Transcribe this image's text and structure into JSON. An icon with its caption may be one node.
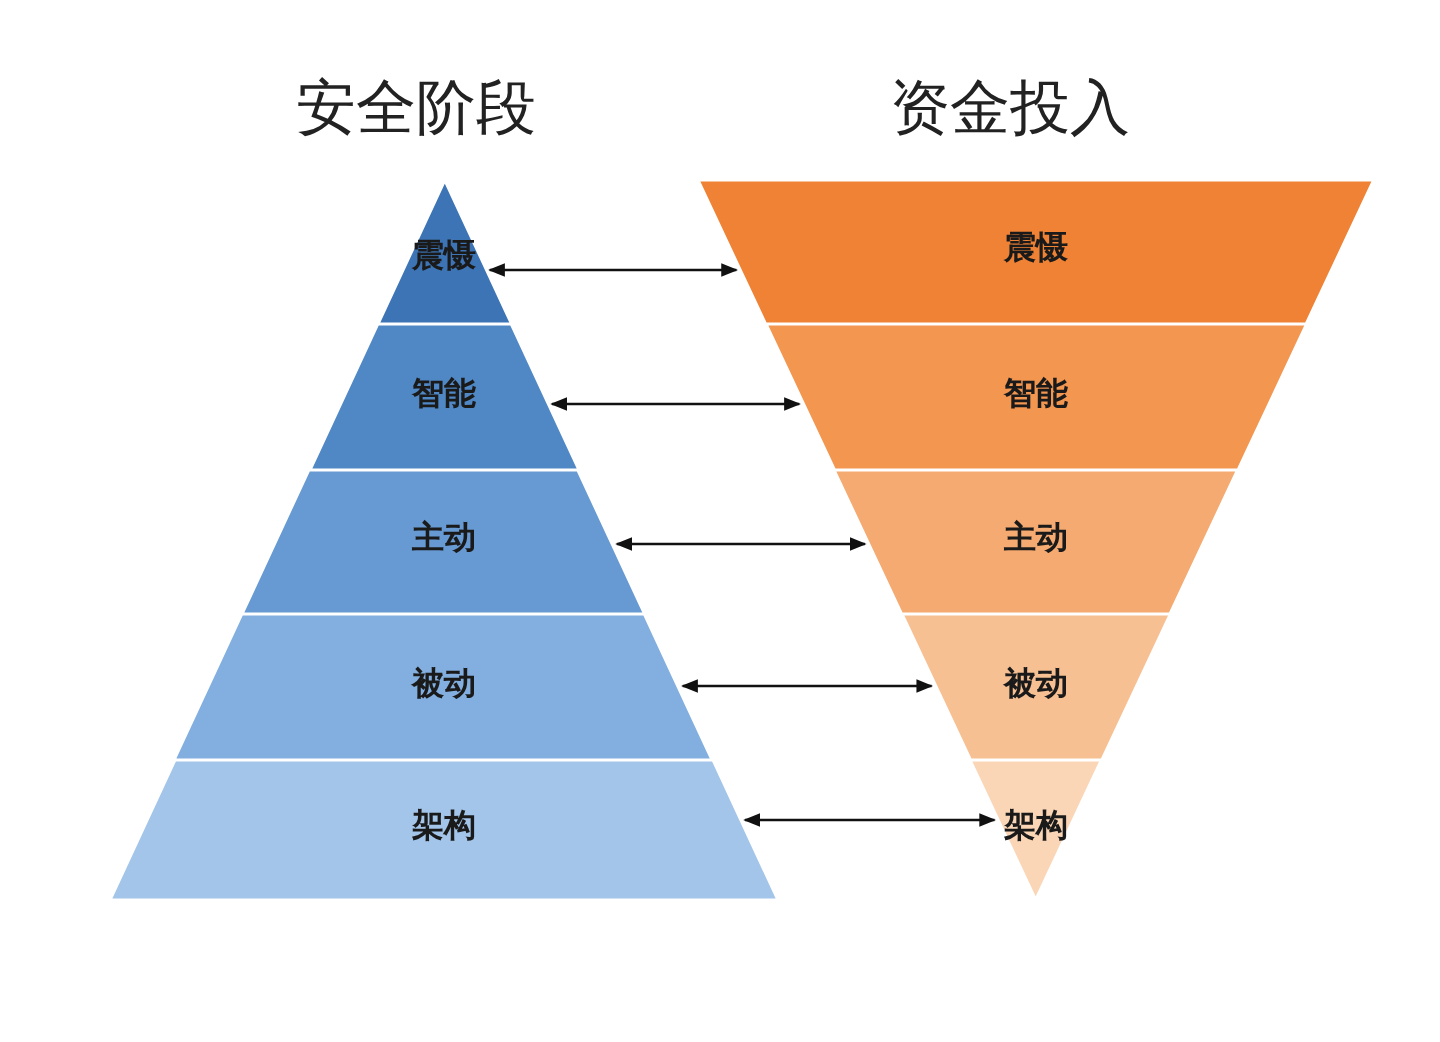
{
  "diagram": {
    "nodes": [
      {
        "text": [
          "震慑"
        ]
      },
      {
        "text": [
          "智能"
        ]
      },
      {
        "text": [
          "主动"
        ]
      },
      {
        "text": [
          "被动"
        ]
      },
      {
        "text": [
          "架构"
        ]
      },
      {
        "text": [
          "震慑"
        ]
      },
      {
        "text": [
          "智能"
        ]
      },
      {
        "text": [
          "主动"
        ]
      },
      {
        "text": [
          "被动"
        ]
      },
      {
        "text": [
          "架构"
        ]
      }
    ],
    "edges": [
      {
        "from": 0,
        "to": 5,
        "arrow": "both"
      },
      {
        "from": 1,
        "to": 6,
        "arrow": "both"
      },
      {
        "from": 2,
        "to": 7,
        "arrow": "both"
      },
      {
        "from": 3,
        "to": 8,
        "arrow": "both"
      },
      {
        "from": 4,
        "to": 9,
        "arrow": "both"
      }
    ],
    "labels": [
      "安全阶段",
      "资金投入"
    ]
  }
}
